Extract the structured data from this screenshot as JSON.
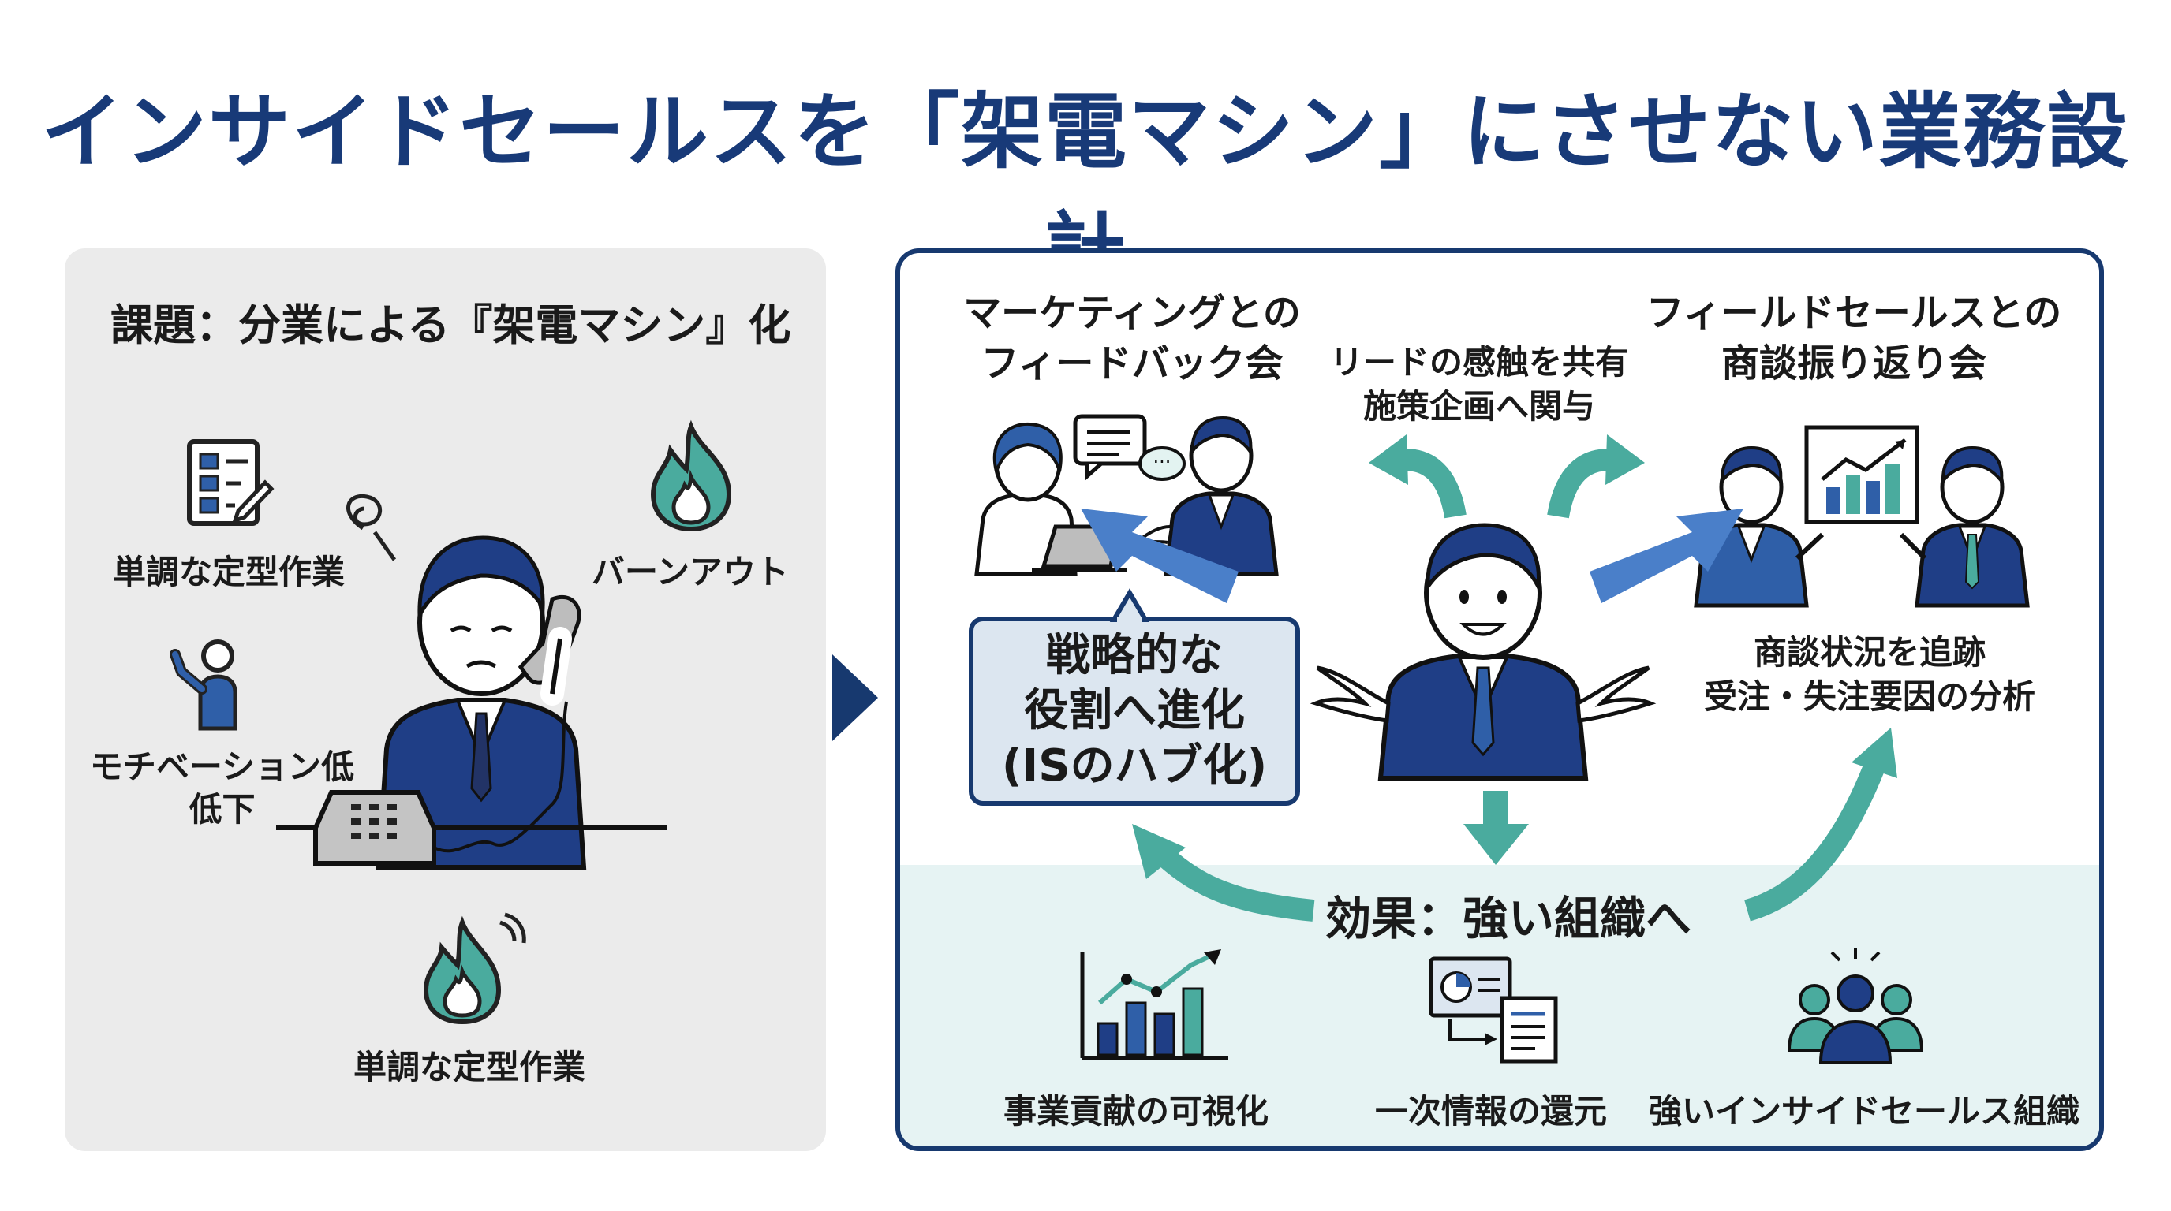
{
  "title": "インサイドセールスを「架電マシン」にさせない業務設計",
  "left_panel": {
    "heading": "課題：分業による『架電マシン』化",
    "items": [
      {
        "label": "単調な定型作業",
        "icon": "checklist-icon"
      },
      {
        "label": "バーンアウト",
        "icon": "flame-icon"
      },
      {
        "label": "モチベーション低\n低下",
        "icon": "person-raising-hand-icon"
      },
      {
        "label": "単調な定型作業",
        "icon": "flame-icon"
      }
    ],
    "figure": "stressed-caller-on-phone"
  },
  "right_panel": {
    "marketing_meeting": "マーケティングとの\nフィードバック会",
    "field_sales_meeting": "フィールドセールスとの\n商談振り返り会",
    "share_text": "リードの感触を共有\n施策企画へ関与",
    "analysis_text": "商談状況を追跡\n受注・失注要因の分析",
    "callout": "戦略的な\n役割へ進化\n(ISのハブ化)",
    "effect_label": "効果：強い組織へ",
    "effects": [
      {
        "label": "事業貢献の可視化",
        "icon": "growth-chart-icon"
      },
      {
        "label": "一次情報の還元",
        "icon": "report-transfer-icon"
      },
      {
        "label": "強いインサイドセールス組織",
        "icon": "team-icon"
      }
    ]
  },
  "colors": {
    "navy": "#17396f",
    "title": "#183a78",
    "teal": "#4aab9e",
    "blue_arrow": "#4a7fc9",
    "left_bg": "#ebebeb",
    "effect_bg": "#e6f3f3"
  }
}
